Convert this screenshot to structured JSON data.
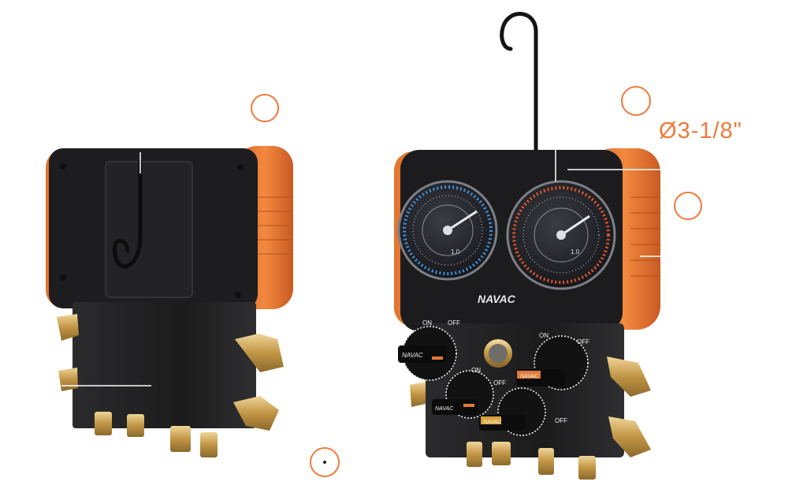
{
  "annotations": {
    "gauge_diameter_label": "Ø3-1/8\""
  },
  "products": {
    "right_unit": {
      "brand_label": "NAVAC",
      "gauge_scale_label_low": "1.0",
      "gauge_scale_label_high": "1.0",
      "valve_labels": {
        "on": "ON",
        "off": "OFF"
      },
      "knob_brand_label": "NAVAC"
    }
  },
  "colors": {
    "accent_orange": "#f07a3a",
    "body_black": "#1e1e20",
    "brass": "#c9a15a",
    "low_side_blue": "#3f8fd8",
    "high_side_red": "#e2562b"
  }
}
